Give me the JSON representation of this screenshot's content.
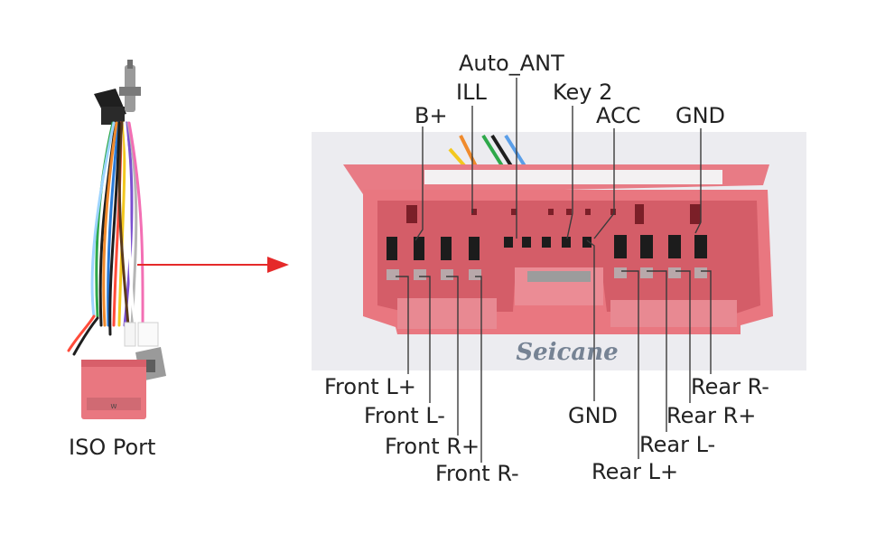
{
  "iso_port": {
    "caption": "ISO Port",
    "tag_text": "W"
  },
  "watermark": "Seicane",
  "top_labels": [
    {
      "text": "Auto_ANT"
    },
    {
      "text": "ILL"
    },
    {
      "text": "Key 2"
    },
    {
      "text": "B+"
    },
    {
      "text": "ACC"
    },
    {
      "text": "GND"
    }
  ],
  "bottom_labels": [
    {
      "text": "Front L+"
    },
    {
      "text": "Front L-"
    },
    {
      "text": "Front R+"
    },
    {
      "text": "Front R-"
    },
    {
      "text": "GND"
    },
    {
      "text": "Rear R-"
    },
    {
      "text": "Rear R+"
    },
    {
      "text": "Rear L-"
    },
    {
      "text": "Rear L+"
    }
  ],
  "colors": {
    "connector": "#e97780",
    "connector_dark": "#c7515c",
    "connector_shadow": "#a23c47",
    "arrow": "#e52a2a",
    "lines": "#3b3b3b",
    "photo_bg": "#ececf0"
  }
}
